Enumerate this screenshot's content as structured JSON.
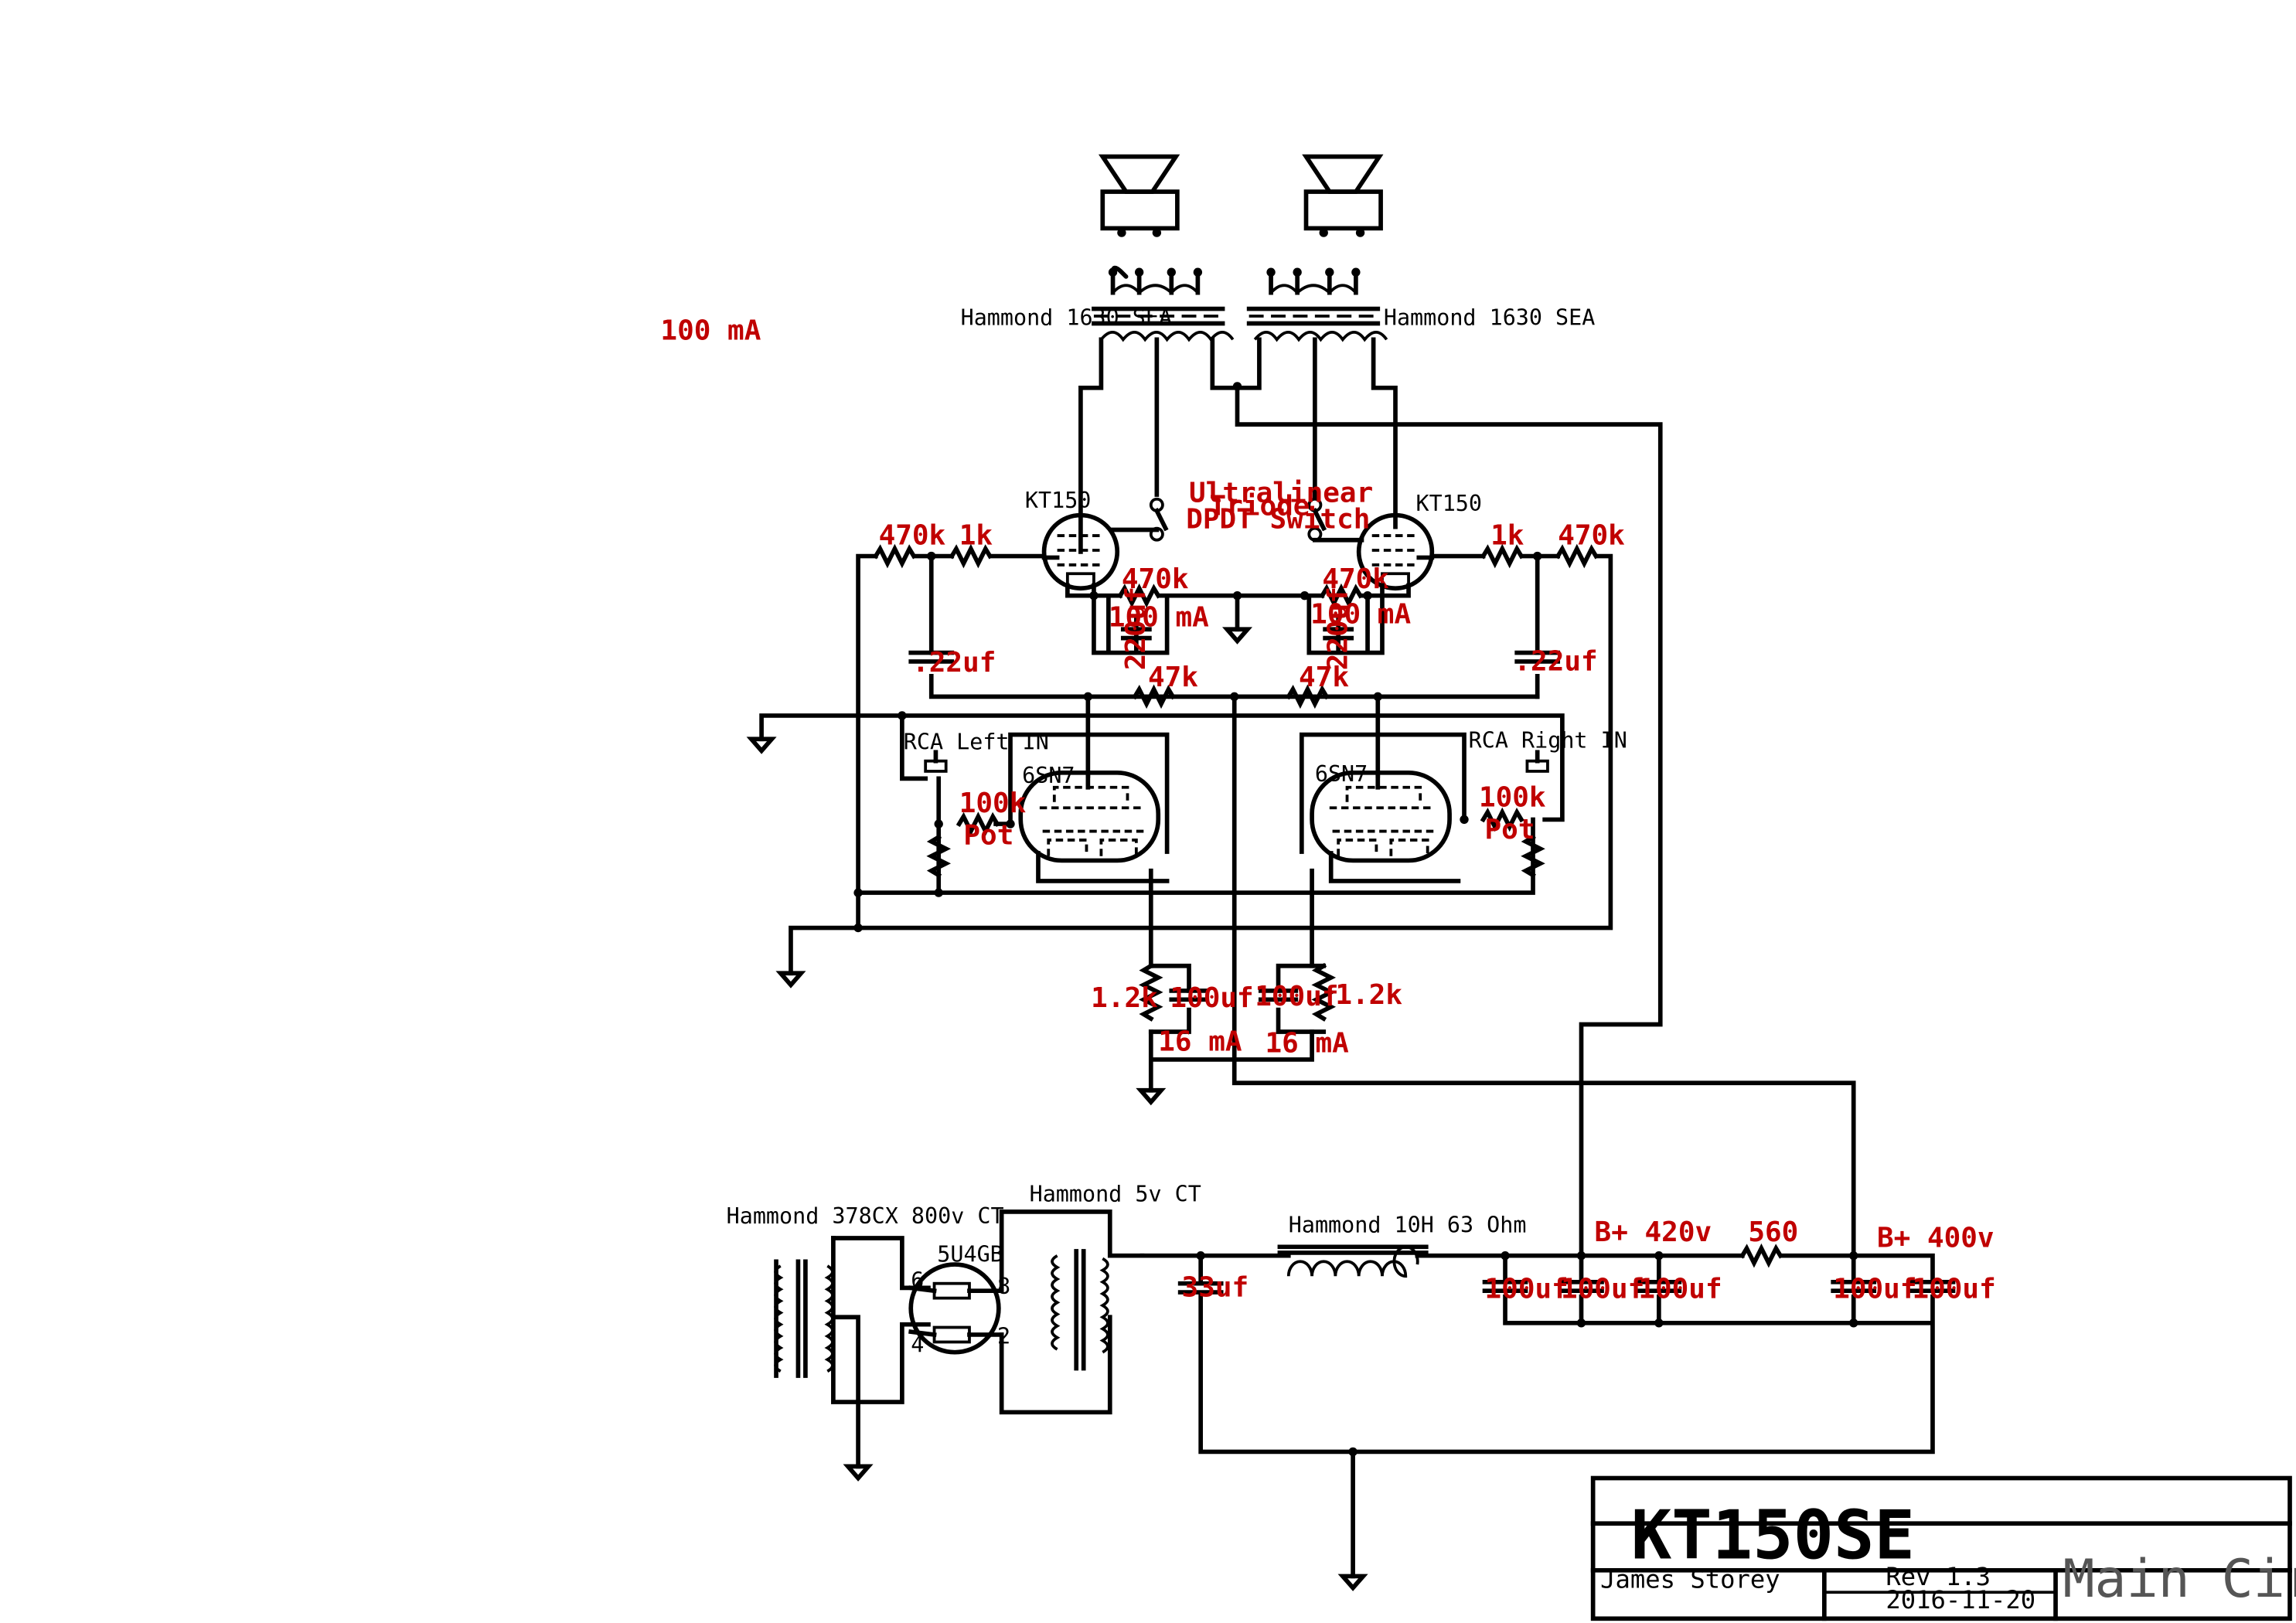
{
  "labels": {
    "transformer_left": "Hammond 1630 SEA",
    "transformer_right": "Hammond 1630 SEA",
    "current_note_top": "100 mA",
    "tube_left": "KT150",
    "tube_right": "KT150",
    "switch": [
      "Ultralinear",
      "Triode",
      "DPDT Switch"
    ],
    "r_470k_left": "470k",
    "r_1k_left": "1k",
    "r_1k_right": "1k",
    "r_470k_right": "470k",
    "r_cath_left": "470k",
    "r_cath_right": "470k",
    "cath_current_left": "100 mA",
    "cath_current_right": "100 mA",
    "c_220_left": "220uf",
    "c_220_right": "220uf",
    "c_22_left": ".22uf",
    "c_22_right": ".22uf",
    "r_47k_left": "47k",
    "r_47k_right": "47k",
    "rca_left": "RCA Left IN",
    "rca_right": "RCA Right IN",
    "driver_left": "6SN7",
    "driver_right": "6SN7",
    "pot_left": [
      "100k",
      "Pot"
    ],
    "pot_right": [
      "100k",
      "Pot"
    ],
    "r_1_2k_left": "1.2k",
    "r_1_2k_right": "1.2k",
    "c_100_left": "100uf",
    "c_100_right": "100uf",
    "driver_current_left": "16 mA",
    "driver_current_right": "16 mA",
    "power_transformer": "Hammond 378CX 800v CT",
    "filament_transformer": "Hammond 5v CT",
    "rectifier": "5U4GB",
    "pin_6": "6",
    "pin_8": "8",
    "pin_4": "4",
    "pin_2": "2",
    "choke": "Hammond 10H 63 Ohm",
    "c_33": "33uf",
    "bplus_420": "B+ 420v",
    "bplus_400": "B+ 400v",
    "r_560": "560",
    "filter_caps": [
      "100uf",
      "100uf",
      "100uf",
      "100uf",
      "100uf"
    ]
  },
  "title_block": {
    "title": "KT150SE",
    "author": "James Storey",
    "revision": "Rev 1.3",
    "date": "2016-11-20",
    "sheet": "Main Circuit"
  }
}
